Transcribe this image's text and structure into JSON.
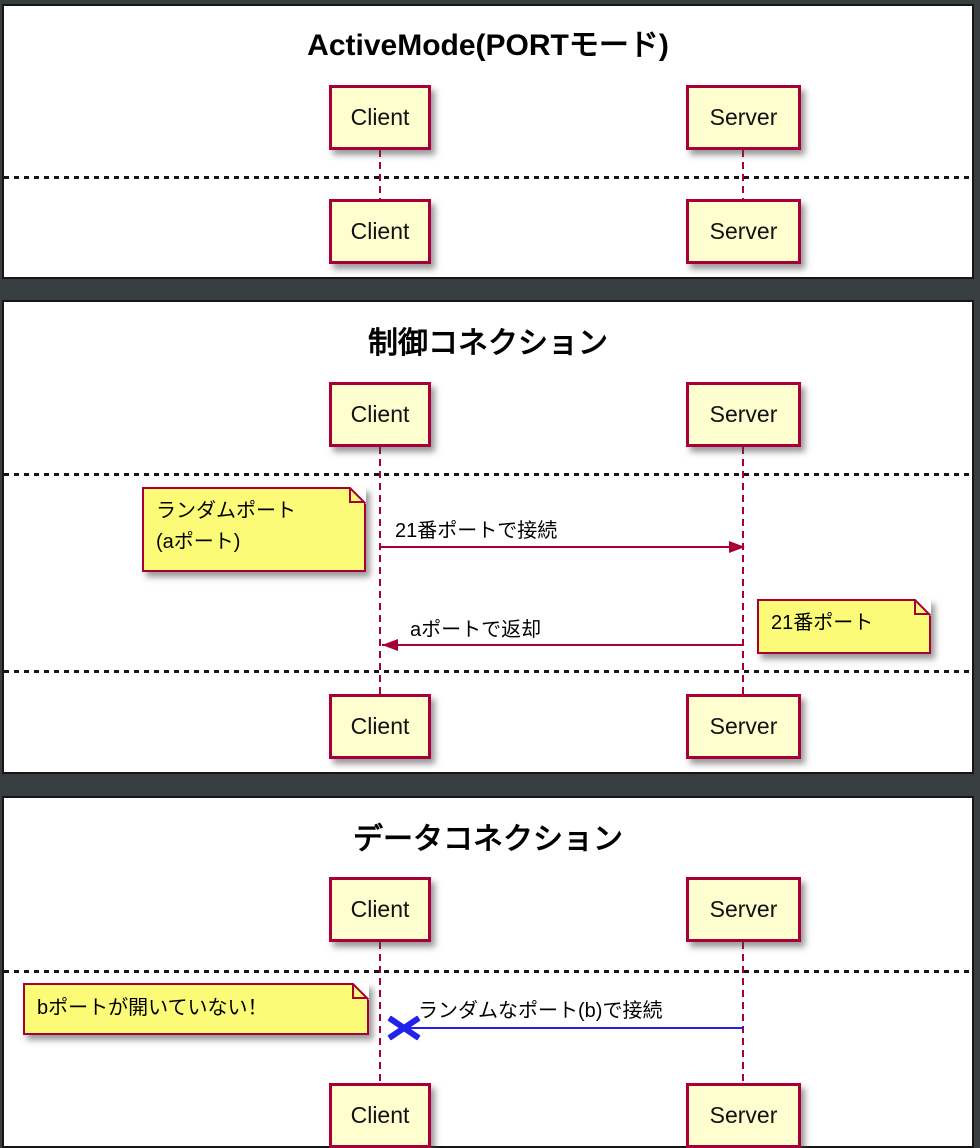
{
  "diagram_type": "uml-sequence-diagram",
  "colors": {
    "participant_fill": "#FEFECE",
    "participant_border": "#A80036",
    "note_fill": "#FBFB77",
    "note_border": "#A80036",
    "lifeline": "#A80036",
    "arrow": "#A80036",
    "failed_arrow": "#2121EB",
    "page_background": "#FFFFFF",
    "backdrop": "#383D40",
    "separator": "#161616"
  },
  "pages": [
    {
      "title": "ActiveMode(PORTモード)",
      "participants": {
        "client": "Client",
        "server": "Server"
      }
    },
    {
      "title": "制御コネクション",
      "participants": {
        "client": "Client",
        "server": "Server"
      },
      "messages": [
        {
          "label": "21番ポートで接続",
          "direction": "client-to-server"
        },
        {
          "label": "aポートで返却",
          "direction": "server-to-client"
        }
      ],
      "notes": [
        {
          "line1": "ランダムポート",
          "line2": "(aポート)",
          "position": "left-of-client"
        },
        {
          "line1": "21番ポート",
          "position": "right-of-server"
        }
      ]
    },
    {
      "title": "データコネクション",
      "participants": {
        "client": "Client",
        "server": "Server"
      },
      "messages": [
        {
          "label": "ランダムなポート(b)で接続",
          "direction": "server-to-client",
          "status": "failed"
        }
      ],
      "notes": [
        {
          "line1": "bポートが開いていない！",
          "position": "left-of-client"
        }
      ]
    }
  ]
}
